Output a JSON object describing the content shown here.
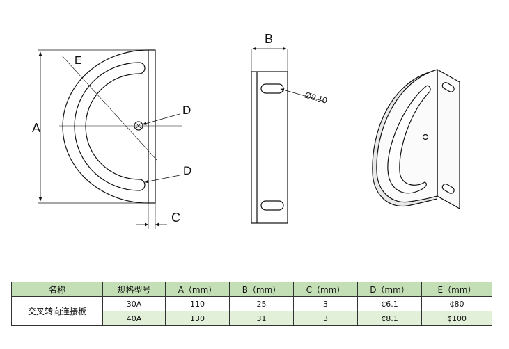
{
  "drawing": {
    "labels": {
      "a": "A",
      "b": "B",
      "c": "C",
      "d_top": "D",
      "d_bottom": "D",
      "e": "E",
      "hole": "Ø8.10"
    }
  },
  "table": {
    "headers": [
      "名称",
      "规格型号",
      "A（mm）",
      "B（mm）",
      "C（mm）",
      "D（mm）",
      "E（mm）"
    ],
    "product_name": "交叉转向连接板",
    "rows": [
      [
        "30A",
        "110",
        "25",
        "3",
        "₵6.1",
        "₵80"
      ],
      [
        "40A",
        "130",
        "31",
        "3",
        "₵8.1",
        "₵100"
      ]
    ]
  }
}
